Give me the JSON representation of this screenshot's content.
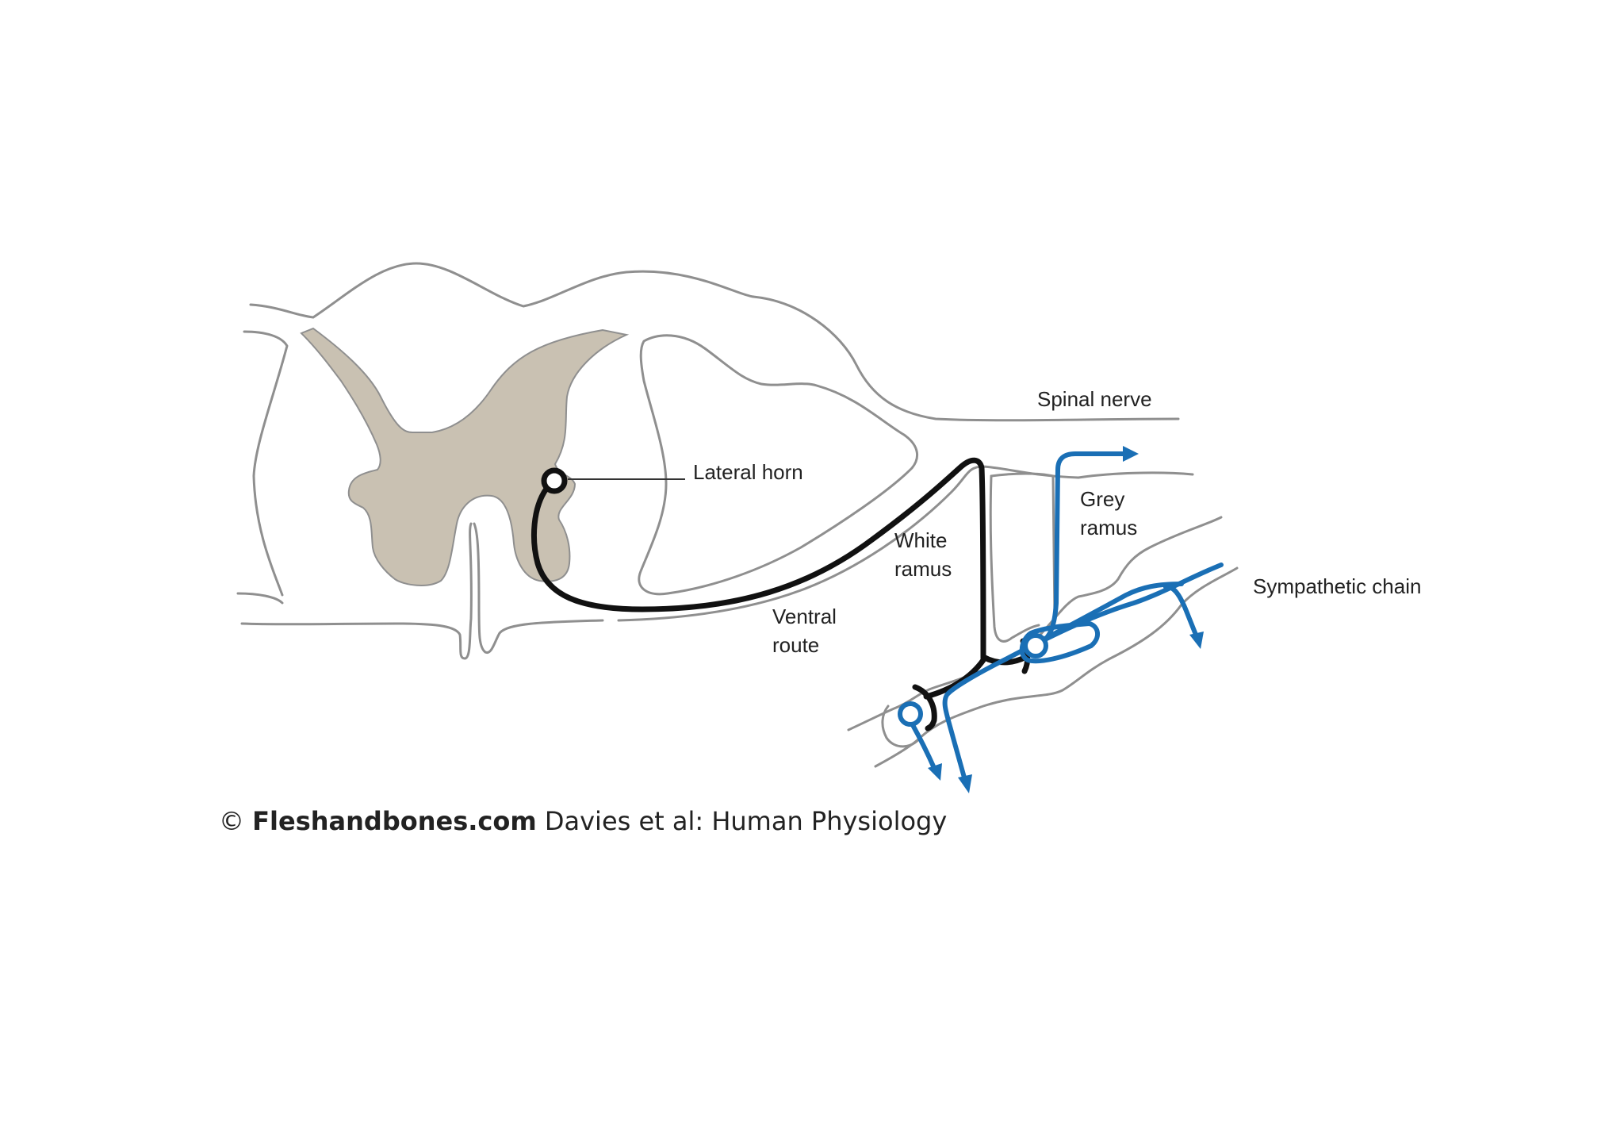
{
  "labels": {
    "lateral_horn": "Lateral horn",
    "spinal_nerve": "Spinal nerve",
    "white_ramus_line1": "White",
    "white_ramus_line2": "ramus",
    "grey_ramus_line1": "Grey",
    "grey_ramus_line2": "ramus",
    "sympathetic_chain": "Sympathetic chain",
    "ventral_route_line1": "Ventral",
    "ventral_route_line2": "route"
  },
  "credit": {
    "symbol": "©",
    "brand": "Fleshandbones.com",
    "source": "Davies et al: Human Physiology"
  },
  "colors": {
    "preganglionic": "#111111",
    "postganglionic": "#1a6fb5",
    "grey_matter": "#c9c1b2",
    "outline": "#8f8f8f"
  }
}
